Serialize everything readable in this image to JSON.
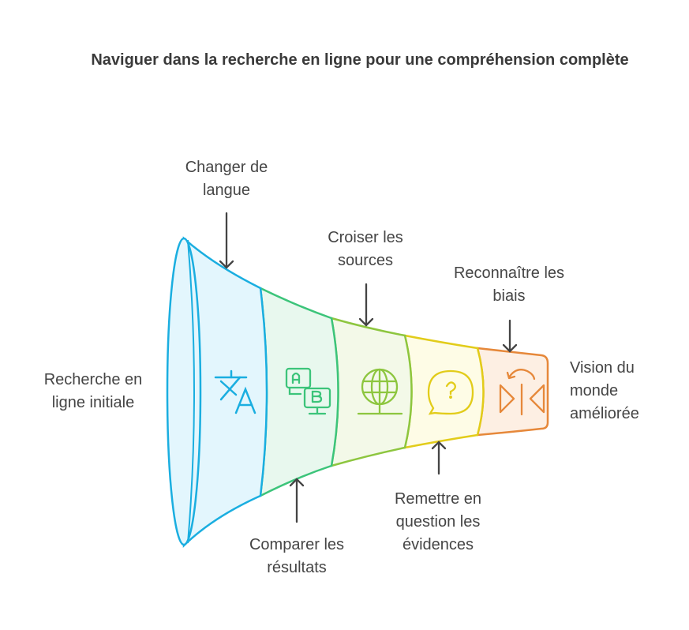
{
  "title": "Naviguer dans la recherche en ligne pour une compréhension complète",
  "stages": [
    {
      "label": "Recherche en ligne initiale",
      "icon": "funnel-mouth",
      "color": "#1aaee0"
    },
    {
      "label": "Changer de langue",
      "icon": "translate-icon",
      "color": "#1aaee0"
    },
    {
      "label": "Comparer les résultats",
      "icon": "ab-compare-icon",
      "color": "#3cc47a"
    },
    {
      "label": "Croiser les sources",
      "icon": "globe-network-icon",
      "color": "#8dc63f"
    },
    {
      "label": "Remettre en question les évidences",
      "icon": "question-bubble-icon",
      "color": "#e2cc1a"
    },
    {
      "label": "Reconnaître les biais",
      "icon": "mirror-flip-icon",
      "color": "#e6883a"
    },
    {
      "label": "Vision du monde améliorée",
      "icon": "",
      "color": "#e6883a"
    }
  ],
  "labels": {
    "l0a": "Recherche en",
    "l0b": "ligne initiale",
    "l1a": "Changer de",
    "l1b": "langue",
    "l2a": "Comparer les",
    "l2b": "résultats",
    "l3a": "Croiser les",
    "l3b": "sources",
    "l4a": "Remettre en",
    "l4b": "question les",
    "l4c": "évidences",
    "l5a": "Reconnaître les",
    "l5b": "biais",
    "l6a": "Vision du",
    "l6b": "monde",
    "l6c": "améliorée"
  }
}
